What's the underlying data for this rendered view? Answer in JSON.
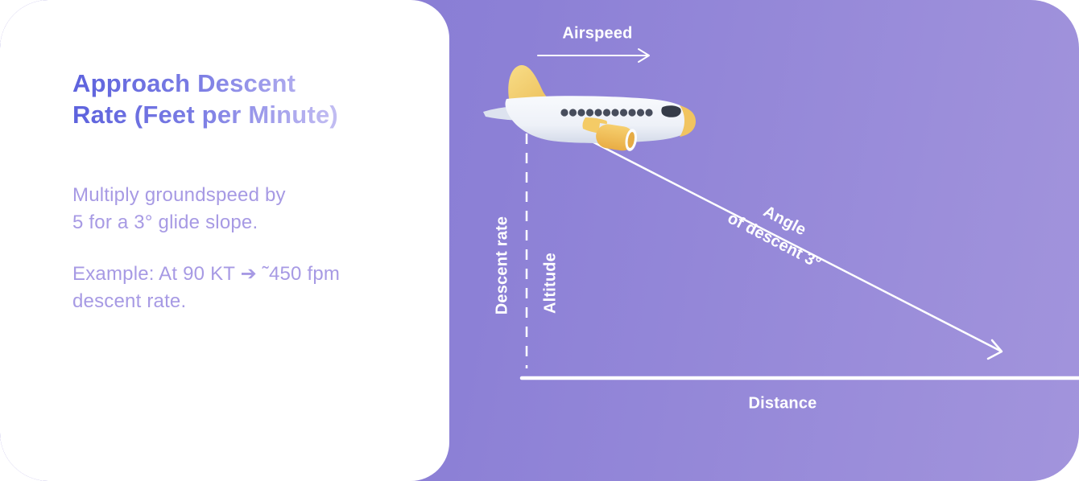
{
  "card": {
    "title": {
      "line1": "Approach Descent",
      "line2": "Rate (Feet per Minute)"
    },
    "paragraph1": {
      "line1": "Multiply groundspeed by",
      "line2": "5 for a 3° glide slope."
    },
    "paragraph2": {
      "line1": "Example: At 90 KT ➔ ˜450 fpm",
      "line2": "descent rate."
    }
  },
  "diagram": {
    "airspeed_label": "Airspeed",
    "descent_rate_label": "Descent rate",
    "altitude_label": "Altitude",
    "angle_label": {
      "line1": "Angle",
      "line2": "of descent 3°"
    },
    "distance_label": "Distance",
    "angle_value": "3°",
    "plane_icon": "airplane-side-view"
  },
  "colors": {
    "background_gradient_start": "#8176d1",
    "background_gradient_end": "#a294dc",
    "card_background": "#ffffff",
    "title_gradient_start": "#5d62dd",
    "title_gradient_end": "#ddd9f8",
    "body_text": "#a79ae4",
    "diagram_labels": "#ffffff",
    "plane_yellow": "#f5ce6b",
    "plane_body": "#f4f6fb"
  }
}
